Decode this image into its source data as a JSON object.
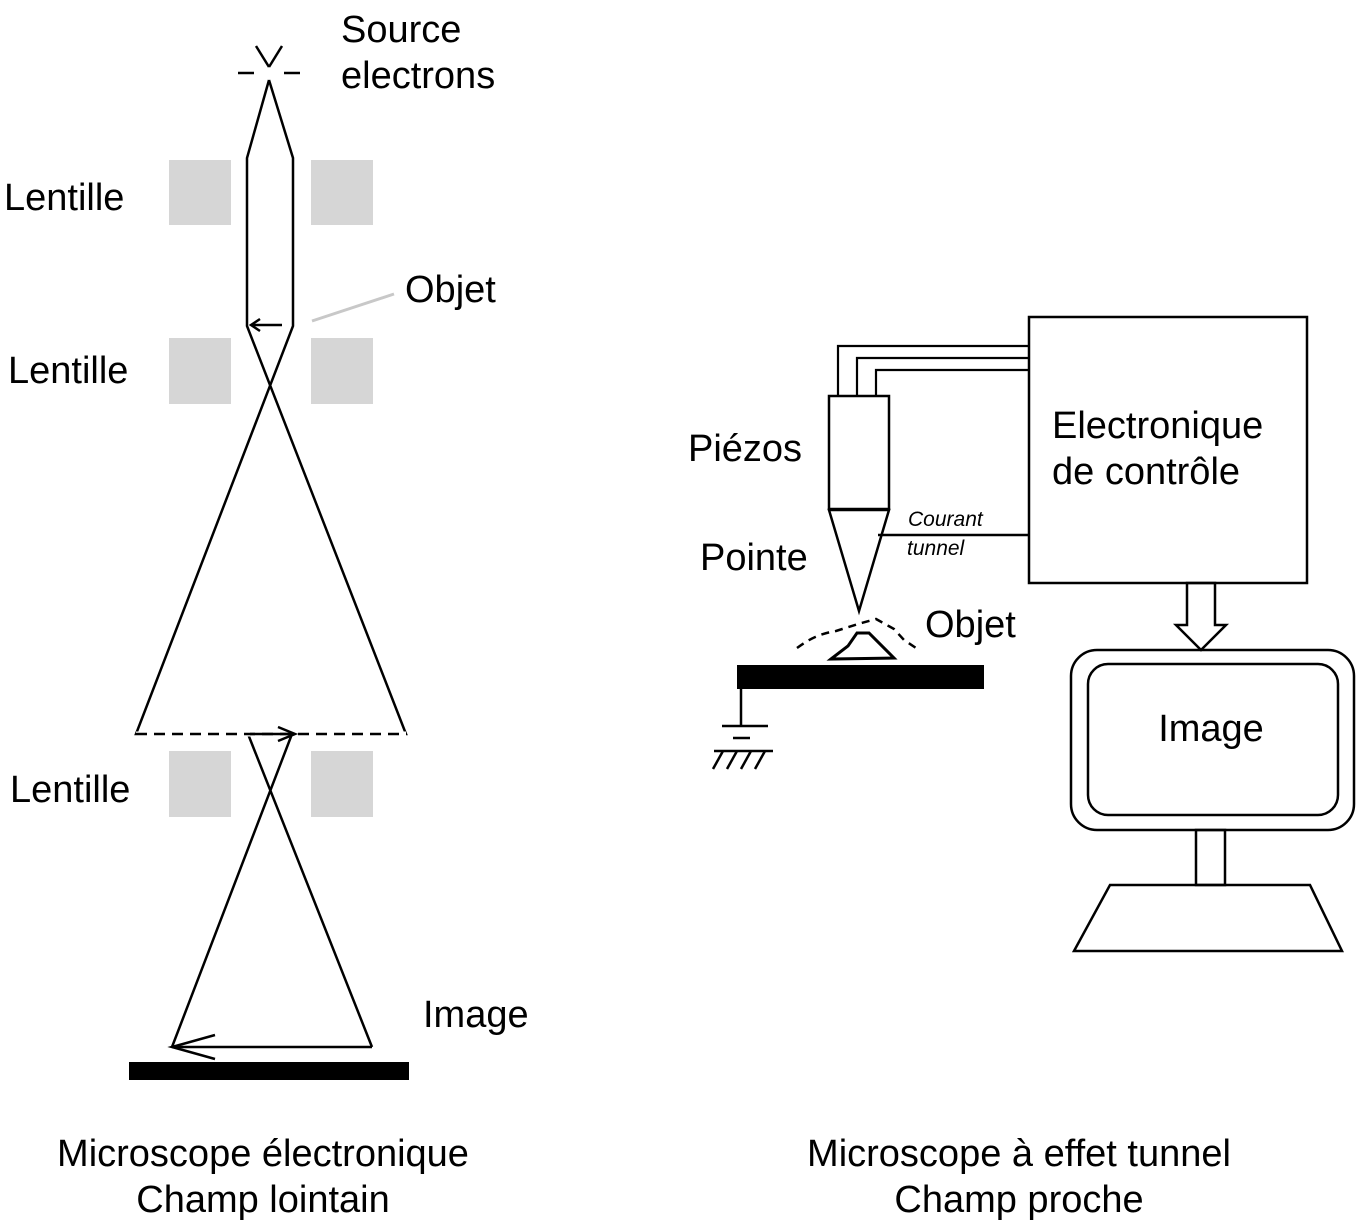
{
  "left": {
    "source_line1": "Source",
    "source_line2": "electrons",
    "lens_label_1": "Lentille",
    "lens_label_2": "Lentille",
    "lens_label_3": "Lentille",
    "object_label": "Objet",
    "image_label": "Image",
    "caption_line1": "Microscope électronique",
    "caption_line2": "Champ lointain"
  },
  "right": {
    "control_line1": "Electronique",
    "control_line2": "de contrôle",
    "piezo_label": "Piézos",
    "tip_label": "Pointe",
    "current_line1": "Courant",
    "current_line2": "tunnel",
    "object_label": "Objet",
    "screen_label": "Image",
    "caption_line1": "Microscope à effet tunnel",
    "caption_line2": "Champ proche"
  },
  "colors": {
    "lens": "#d6d6d6",
    "line": "#000000",
    "leader": "#c8c8c8"
  }
}
